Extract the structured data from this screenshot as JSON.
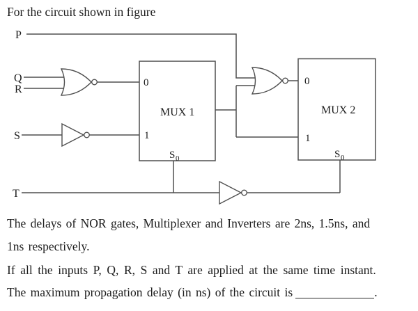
{
  "page": {
    "title": "For the circuit shown in figure",
    "lines": {
      "delays_1": "The delays of NOR gates, Multiplexer and Inverters are 2ns, 1.5ns, and",
      "delays_2": "1ns respectively.",
      "inputs_line": "If all the inputs P, Q, R, S and T are applied at the same time instant.",
      "question_prefix": "The maximum propagation delay (in ns) of the circuit is",
      "question_suffix": "."
    }
  },
  "circuit": {
    "input_labels": {
      "p": "P",
      "q": "Q",
      "r": "R",
      "s": "S",
      "t": "T"
    },
    "mux1": {
      "name": "MUX 1",
      "input0": "0",
      "input1": "1",
      "select_base": "S",
      "select_sub": "0"
    },
    "mux2": {
      "name": "MUX 2",
      "input0": "0",
      "input1": "1",
      "select_base": "S",
      "select_sub": "0"
    },
    "gates": [
      "nor-gate-1",
      "inverter-1",
      "nor-gate-2",
      "inverter-2"
    ],
    "colors": {
      "wire": "#4f4f4f",
      "text": "#1c1c1c",
      "background": "#ffffff"
    }
  }
}
